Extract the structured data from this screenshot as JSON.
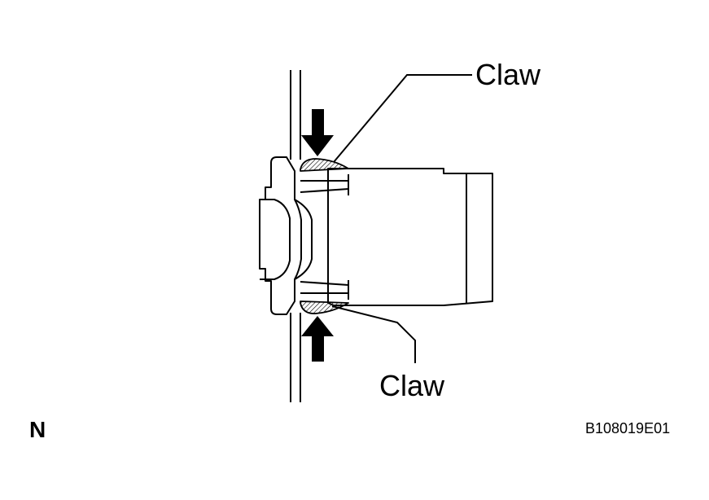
{
  "labels": {
    "claw_top": "Claw",
    "claw_bottom": "Claw",
    "view_letter": "N",
    "figure_id": "B108019E01"
  },
  "icons": {
    "press_arrow_top": "arrow-down-icon",
    "press_arrow_bottom": "arrow-up-icon"
  },
  "colors": {
    "line": "#000000",
    "background": "#ffffff"
  }
}
